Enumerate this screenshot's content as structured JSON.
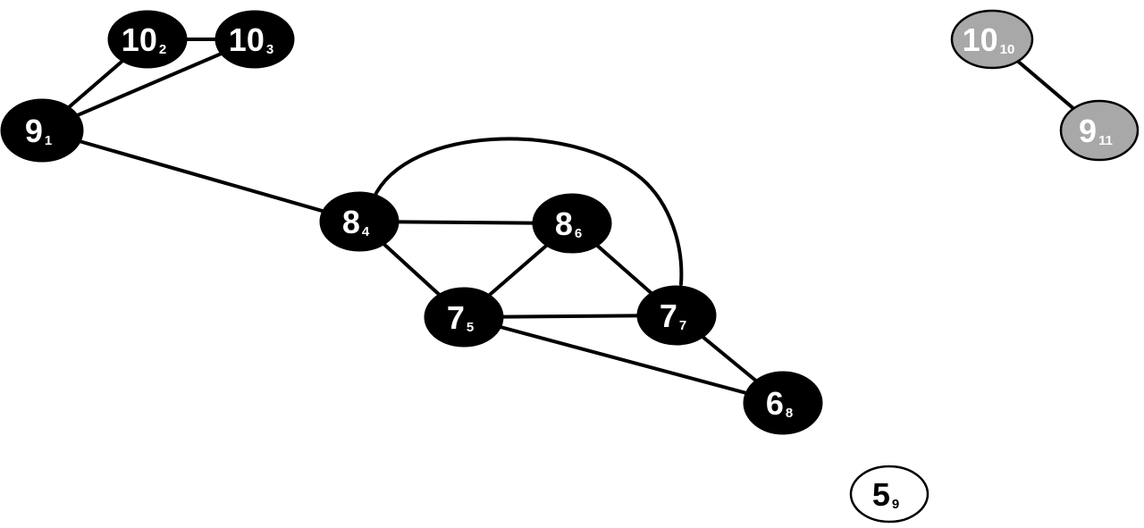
{
  "colors": {
    "background": "#ffffff",
    "edge": "#000000",
    "node_black": "#000000",
    "node_gray": "#a8a8a8",
    "node_white": "#ffffff",
    "text_on_black": "#ffffff",
    "text_on_white": "#000000"
  },
  "nodes": [
    {
      "id": "n1",
      "value": "9",
      "index": "1",
      "style": "black"
    },
    {
      "id": "n2",
      "value": "10",
      "index": "2",
      "style": "black"
    },
    {
      "id": "n3",
      "value": "10",
      "index": "3",
      "style": "black"
    },
    {
      "id": "n4",
      "value": "8",
      "index": "4",
      "style": "black"
    },
    {
      "id": "n5",
      "value": "7",
      "index": "5",
      "style": "black"
    },
    {
      "id": "n6",
      "value": "8",
      "index": "6",
      "style": "black"
    },
    {
      "id": "n7",
      "value": "7",
      "index": "7",
      "style": "black"
    },
    {
      "id": "n8",
      "value": "6",
      "index": "8",
      "style": "black"
    },
    {
      "id": "n9",
      "value": "5",
      "index": "9",
      "style": "white"
    },
    {
      "id": "n10",
      "value": "10",
      "index": "10",
      "style": "gray"
    },
    {
      "id": "n11",
      "value": "9",
      "index": "11",
      "style": "gray"
    }
  ],
  "edges": [
    {
      "from": "n1",
      "to": "n2"
    },
    {
      "from": "n1",
      "to": "n3"
    },
    {
      "from": "n2",
      "to": "n3"
    },
    {
      "from": "n1",
      "to": "n4"
    },
    {
      "from": "n4",
      "to": "n6"
    },
    {
      "from": "n4",
      "to": "n5"
    },
    {
      "from": "n4",
      "to": "n7",
      "curved": true
    },
    {
      "from": "n5",
      "to": "n6"
    },
    {
      "from": "n5",
      "to": "n7"
    },
    {
      "from": "n6",
      "to": "n7"
    },
    {
      "from": "n5",
      "to": "n8"
    },
    {
      "from": "n7",
      "to": "n8"
    },
    {
      "from": "n10",
      "to": "n11"
    }
  ]
}
